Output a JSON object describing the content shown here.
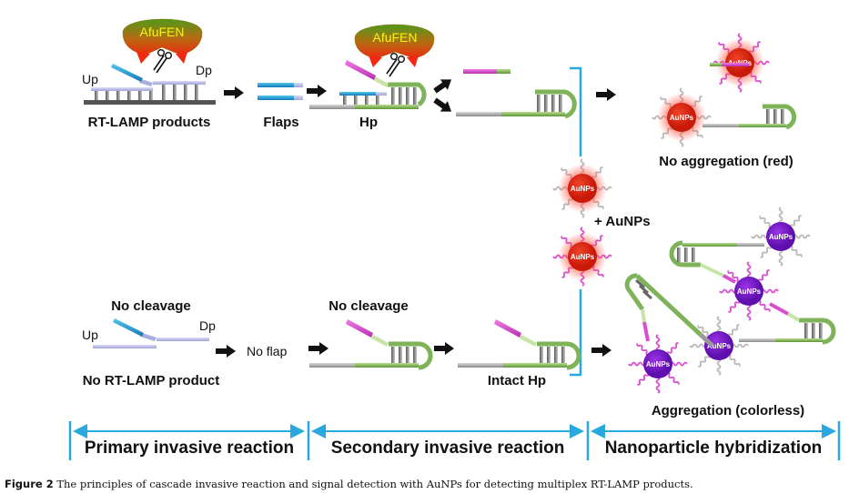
{
  "colors": {
    "accent_blue": "#29a8e0",
    "strand_cyan": "#1e9cd7",
    "strand_lavender": "#b9bde6",
    "strand_grey": "#8a8a8a",
    "strand_green": "#7fb35a",
    "strand_magenta": "#d94fd0",
    "aunp_red": "#e0250f",
    "aunp_purple": "#7a18c9",
    "enzyme_top": "#4f9a1a",
    "enzyme_bottom": "#ef2a10",
    "enzyme_text": "#f4f41a"
  },
  "enzyme": {
    "name": "AfuFEN"
  },
  "nanoparticle": {
    "label": "AuNPs"
  },
  "top_row": {
    "up_label": "Up",
    "dp_label": "Dp",
    "rtlamp_label": "RT-LAMP products",
    "flaps_label": "Flaps",
    "hp_label": "Hp",
    "result_label": "No aggregation (red)"
  },
  "middle": {
    "add_aunps_label": "+ AuNPs"
  },
  "bottom_row": {
    "no_cleavage_1": "No cleavage",
    "up_label": "Up",
    "dp_label": "Dp",
    "no_product_label": "No RT-LAMP product",
    "no_flap_label": "No flap",
    "no_cleavage_2": "No cleavage",
    "intact_hp_label": "Intact Hp",
    "result_label": "Aggregation (colorless)"
  },
  "stages": [
    {
      "label": "Primary invasive reaction"
    },
    {
      "label": "Secondary invasive reaction"
    },
    {
      "label": "Nanoparticle hybridization"
    }
  ],
  "caption": {
    "figure_number": "Figure 2",
    "text": " The principles of cascade invasive reaction and signal detection with AuNPs for detecting multiplex RT-LAMP products."
  }
}
